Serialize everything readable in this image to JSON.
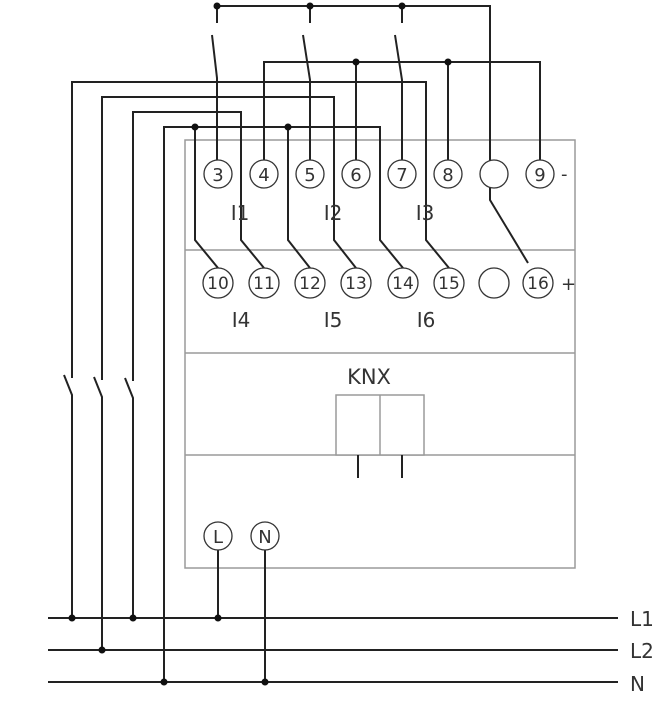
{
  "terminals_top": [
    "3",
    "4",
    "5",
    "6",
    "7",
    "8",
    "",
    "9"
  ],
  "top_polarity": "-",
  "terminals_bottom": [
    "10",
    "11",
    "12",
    "13",
    "14",
    "15",
    "",
    "16"
  ],
  "bottom_polarity": "+",
  "input_labels_top": [
    "I1",
    "I2",
    "I3"
  ],
  "input_labels_bottom": [
    "I4",
    "I5",
    "I6"
  ],
  "knx_label": "KNX",
  "supply_terminals": [
    "L",
    "N"
  ],
  "rails": [
    "L1",
    "L2",
    "N"
  ],
  "colors": {
    "wire": "#222222",
    "housing": "#9a9a9a",
    "text": "#333333"
  }
}
